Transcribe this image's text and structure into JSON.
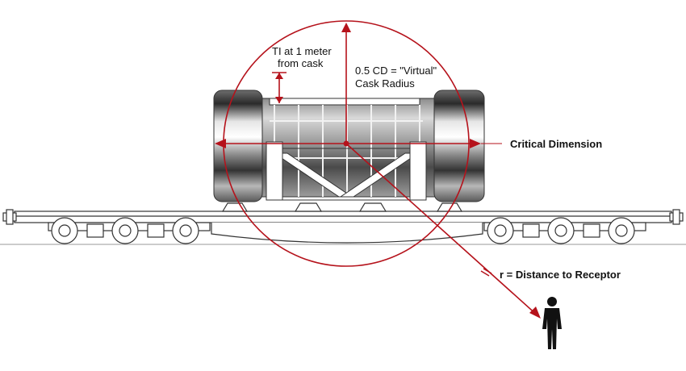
{
  "labels": {
    "ti_line1": "TI at 1 meter",
    "ti_line2": "from cask",
    "radius_line1": "0.5 CD = \"Virtual\"",
    "radius_line2": "Cask Radius",
    "critical_dimension": "Critical Dimension",
    "distance": "r = Distance to Receptor"
  },
  "colors": {
    "annotation": "#b5121b",
    "linework": "#333333",
    "figure": "#111111"
  }
}
